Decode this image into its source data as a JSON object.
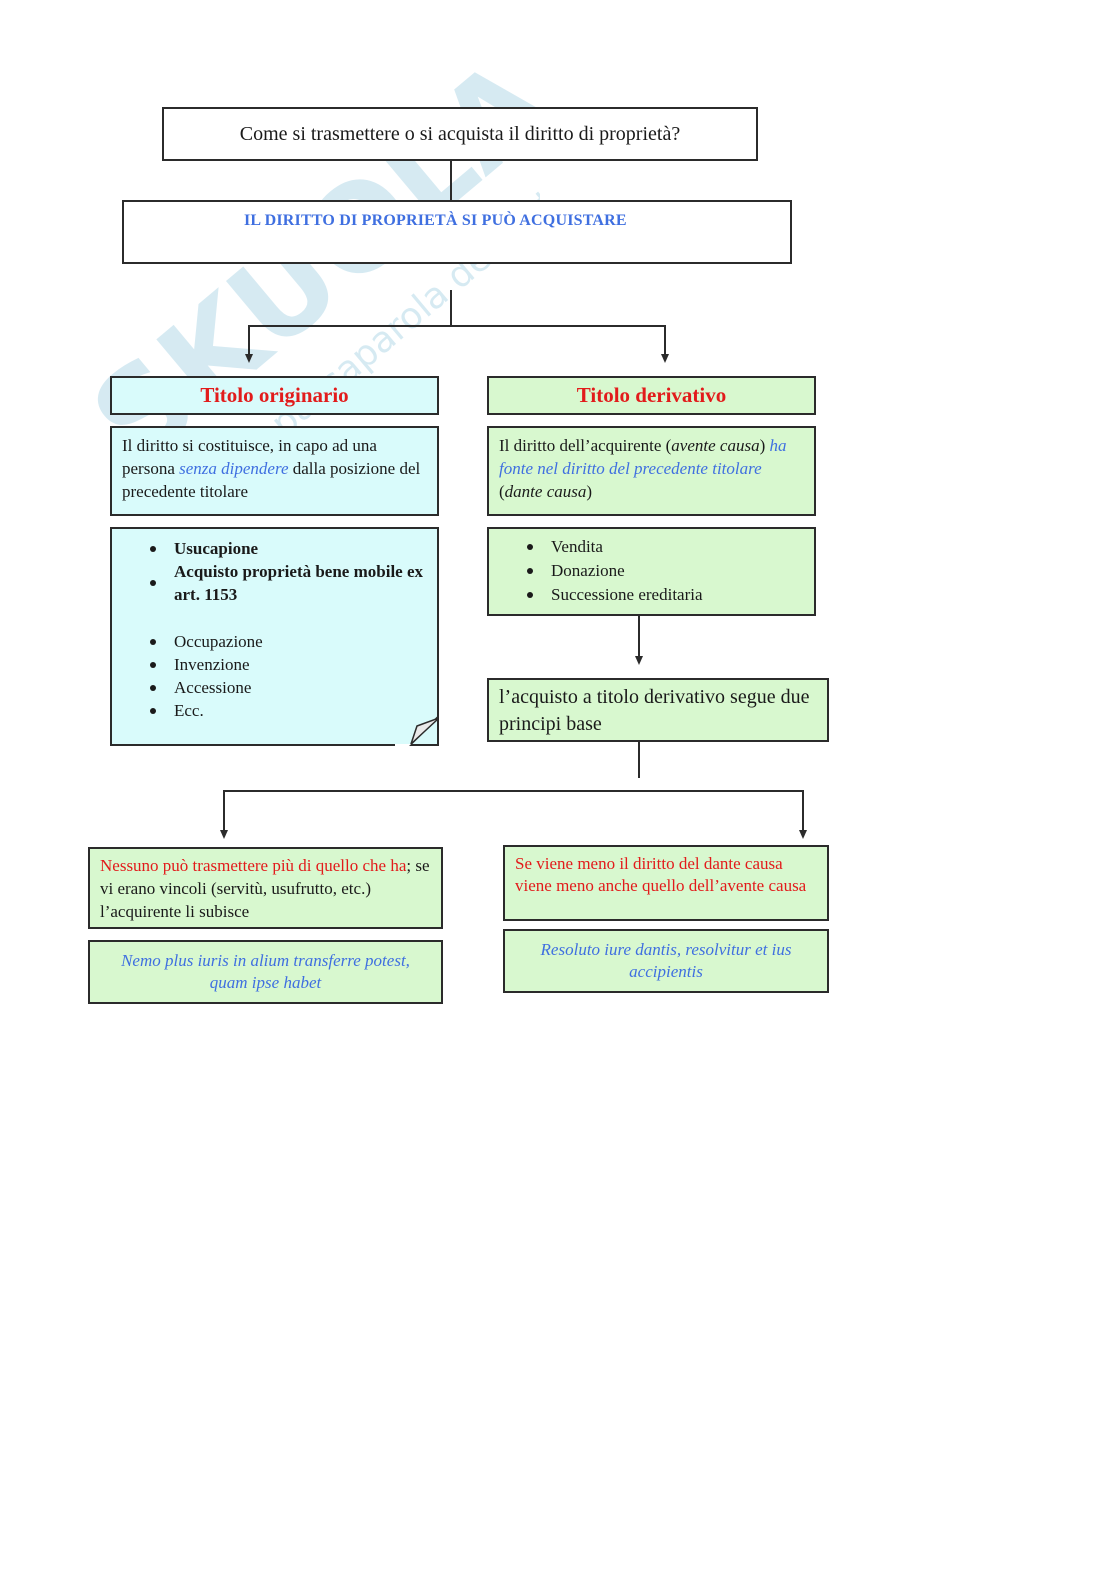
{
  "watermark": {
    "brand": "SKUOLA.NET",
    "tagline": "Il passaparola dello studente"
  },
  "question": "Come si trasmettere o si acquista il diritto di proprietà?",
  "headline": "IL DIRITTO DI PROPRIETÀ SI PUÒ ACQUISTARE",
  "originario": {
    "title": "Titolo originario",
    "desc": {
      "part1": "Il diritto si costituisce, in capo ad una persona ",
      "highlight": "senza dipendere",
      "part2": " dalla posizione del precedente titolare"
    },
    "list_bold": [
      "Usucapione",
      "Acquisto proprietà bene mobile ex art. 1153"
    ],
    "list": [
      "Occupazione",
      "Invenzione",
      "Accessione",
      "Ecc."
    ]
  },
  "derivativo": {
    "title": "Titolo derivativo",
    "desc": {
      "part1": "Il diritto dell’acquirente (",
      "avente": "avente causa",
      "part2": ") ",
      "fonte": "ha fonte nel diritto del precedente titolare",
      "part3": " (",
      "dante": "dante causa",
      "part4": ")"
    },
    "list": [
      "Vendita",
      "Donazione",
      "Successione ereditaria"
    ],
    "principi": "l’acquisto a titolo derivativo segue due principi base"
  },
  "principio1": {
    "red": "Nessuno può trasmettere più di quello che ha",
    "rest": "; se vi erano vincoli (servitù, usufrutto, etc.) l’acquirente li subisce",
    "latin": "Nemo plus iuris in alium transferre potest, quam ipse habet"
  },
  "principio2": {
    "red": "Se viene meno il diritto del dante causa viene meno anche quello dell’avente causa",
    "latin": "Resoluto iure dantis, resolvitur et ius accipientis"
  },
  "colors": {
    "cyan_box": "#d9fbfb",
    "green_box": "#d8f8cf",
    "title_red": "#e21b1b",
    "accent_blue": "#3f6fe0"
  }
}
